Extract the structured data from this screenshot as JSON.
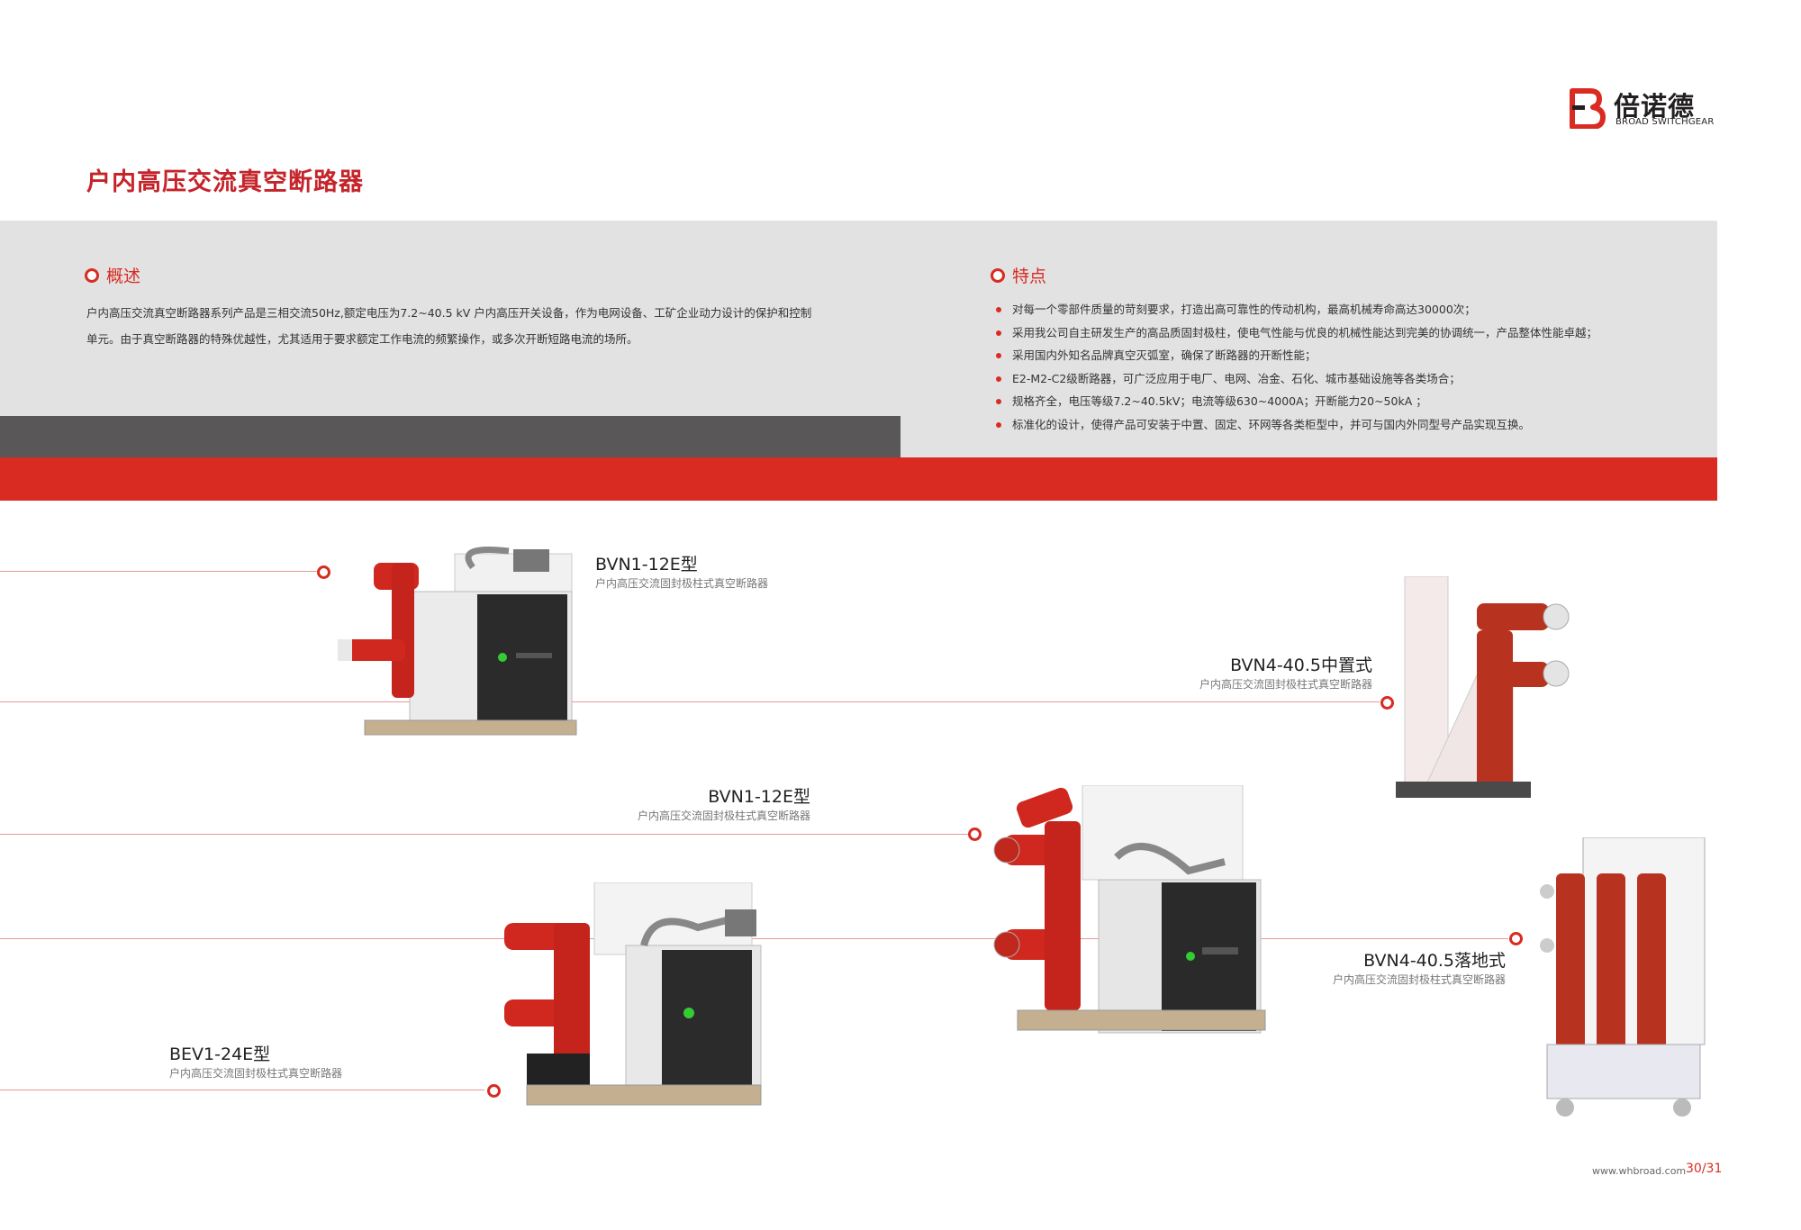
{
  "brand": {
    "name_cn": "倍诺德",
    "name_en": "BROAD SWITCHGEAR",
    "accent_red": "#d92b21",
    "dark_gray": "#595757",
    "light_gray": "#e2e2e2"
  },
  "page_title": "户内高压交流真空断路器",
  "overview": {
    "heading": "概述",
    "text": "户内高压交流真空断路器系列产品是三相交流50Hz,额定电压为7.2~40.5 kV 户内高压开关设备，作为电网设备、工矿企业动力设计的保护和控制单元。由于真空断路器的特殊优越性，尤其适用于要求额定工作电流的频繁操作，或多次开断短路电流的场所。"
  },
  "features": {
    "heading": "特点",
    "items": [
      "对每一个零部件质量的苛刻要求，打造出高可靠性的传动机构，最高机械寿命高达30000次；",
      "采用我公司自主研发生产的高品质固封极柱，使电气性能与优良的机械性能达到完美的协调统一，产品整体性能卓越；",
      "采用国内外知名品牌真空灭弧室，确保了断路器的开断性能；",
      "E2-M2-C2级断路器，可广泛应用于电厂、电网、冶金、石化、城市基础设施等各类场合；",
      "规格齐全，电压等级7.2~40.5kV；电流等级630~4000A；开断能力20~50kA ；",
      "标准化的设计，使得产品可安装于中置、固定、环网等各类柜型中，并可与国内外同型号产品实现互换。"
    ]
  },
  "products": [
    {
      "name": "BVN1-12E型",
      "desc": "户内高压交流固封极柱式真空断路器"
    },
    {
      "name": "BVN4-40.5中置式",
      "desc": "户内高压交流固封极柱式真空断路器"
    },
    {
      "name": "BVN1-12E型",
      "desc": "户内高压交流固封极柱式真空断路器"
    },
    {
      "name": "BVN4-40.5落地式",
      "desc": "户内高压交流固封极柱式真空断路器"
    },
    {
      "name": "BEV1-24E型",
      "desc": "户内高压交流固封极柱式真空断路器"
    }
  ],
  "footer": {
    "url": "www.whbroad.com",
    "page": "30/31"
  }
}
